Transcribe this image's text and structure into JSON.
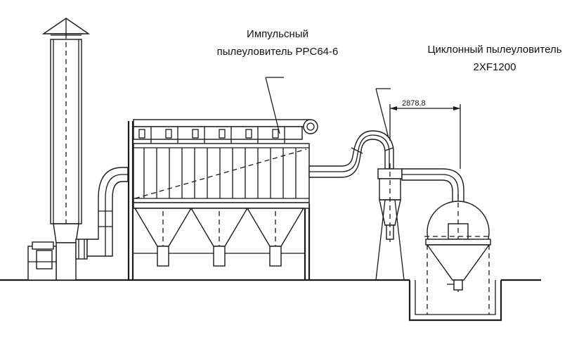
{
  "labels": {
    "pulse_collector_line1": "Импульсный",
    "pulse_collector_line2": "пылеуловитель PPC64-6",
    "cyclone_collector_line1": "Циклонный пылеуловитель",
    "cyclone_collector_line2": "2XF1200"
  },
  "dimension": {
    "value": "2878.8"
  }
}
